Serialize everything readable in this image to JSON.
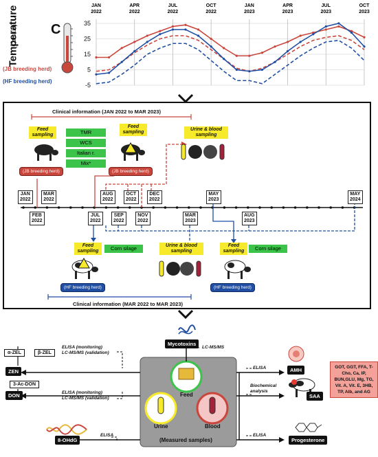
{
  "chart": {
    "title": "Temperature",
    "subtitle": "(Celsius)",
    "unit_symbol": "C",
    "legend": {
      "jb": "(JB breeding herd)",
      "hf": "(HF breeding herd)"
    },
    "month_ticks": [
      {
        "m": "JAN",
        "y": "2022"
      },
      {
        "m": "APR",
        "y": "2022"
      },
      {
        "m": "JUL",
        "y": "2022"
      },
      {
        "m": "OCT",
        "y": "2022"
      },
      {
        "m": "JAN",
        "y": "2023"
      },
      {
        "m": "APR",
        "y": "2023"
      },
      {
        "m": "JUL",
        "y": "2023"
      },
      {
        "m": "OCT",
        "y": "2023"
      }
    ],
    "y_ticks": [
      "35",
      "25",
      "15",
      "5",
      "-5"
    ]
  },
  "chart_data": {
    "type": "line",
    "x": [
      "Jan 2022",
      "Feb 2022",
      "Mar 2022",
      "Apr 2022",
      "May 2022",
      "Jun 2022",
      "Jul 2022",
      "Aug 2022",
      "Sep 2022",
      "Oct 2022",
      "Nov 2022",
      "Dec 2022",
      "Jan 2023",
      "Feb 2023",
      "Mar 2023",
      "Apr 2023",
      "May 2023",
      "Jun 2023",
      "Jul 2023",
      "Aug 2023",
      "Sep 2023",
      "Oct 2023"
    ],
    "ylim": [
      -5,
      35
    ],
    "series": [
      {
        "name": "(JB breeding herd)",
        "style": "solid",
        "color": "#c9463d",
        "values": [
          13,
          13,
          19,
          23,
          27,
          30,
          33,
          34,
          31,
          25,
          19,
          14,
          14,
          16,
          20,
          23,
          27,
          29,
          31,
          33,
          30,
          26
        ]
      },
      {
        "name": "(JB breeding herd)",
        "style": "dashed",
        "color": "#c9463d",
        "values": [
          4,
          5,
          10,
          16,
          21,
          25,
          27,
          27,
          24,
          18,
          12,
          6,
          4,
          6,
          10,
          15,
          20,
          24,
          26,
          27,
          24,
          18
        ]
      },
      {
        "name": "(HF breeding herd)",
        "style": "solid",
        "color": "#1f4ea3",
        "values": [
          2,
          3,
          10,
          17,
          23,
          28,
          31,
          31,
          27,
          20,
          12,
          5,
          4,
          5,
          10,
          17,
          23,
          28,
          33,
          35,
          29,
          20
        ]
      },
      {
        "name": "(HF breeding herd)",
        "style": "dashed",
        "color": "#1f4ea3",
        "values": [
          -4,
          -3,
          2,
          8,
          15,
          19,
          22,
          22,
          18,
          11,
          4,
          -2,
          -2,
          -4,
          2,
          8,
          14,
          19,
          23,
          24,
          19,
          11
        ]
      }
    ]
  },
  "timeline": {
    "clinical_top": "Clinical information (JAN 2022 to MAR 2023)",
    "clinical_bottom": "Clinical information (MAR 2022 to MAR 2023)",
    "feed_sampling": "Feed sampling",
    "urine_blood": "Urine & blood sampling",
    "feed_types": [
      "TMR",
      "WCS",
      "Italian r.",
      "Mix*"
    ],
    "corn_silage": "Corn silage",
    "jb_herd": "(JB breeding herd)",
    "hf_herd": "(HF breeding herd)",
    "upper_dates": [
      {
        "m": "JAN",
        "y": "2022"
      },
      {
        "m": "MAR",
        "y": "2022"
      },
      {
        "m": "AUG",
        "y": "2022"
      },
      {
        "m": "OCT",
        "y": "2022"
      },
      {
        "m": "DEC",
        "y": "2022"
      },
      {
        "m": "MAY",
        "y": "2023"
      },
      {
        "m": "MAY",
        "y": "2024"
      }
    ],
    "lower_dates": [
      {
        "m": "FEB",
        "y": "2022"
      },
      {
        "m": "JUL",
        "y": "2022"
      },
      {
        "m": "SEP",
        "y": "2022"
      },
      {
        "m": "NOV",
        "y": "2022"
      },
      {
        "m": "MAR",
        "y": "2023"
      },
      {
        "m": "AUG",
        "y": "2023"
      }
    ]
  },
  "analysis": {
    "mycotoxins": "Mycotoxins",
    "lcms": "LC-MS/MS",
    "measured": "(Measured samples)",
    "feed": "Feed",
    "urine": "Urine",
    "blood": "Blood",
    "zen": "ZEN",
    "alpha_zel": "α-ZEL",
    "beta_zel": "β-ZEL",
    "don": "DON",
    "ac_don": "3-Ac-DON",
    "ohdg": "8-OHdG",
    "zen_methods": "ELISA (monitoring)\nLC-MS/MS (validation)",
    "don_methods": "ELISA (monitoring)\nLC-MS/MS (validation)",
    "elisa": "ELISA",
    "amh": "AMH",
    "saa": "SAA",
    "progesterone": "Progesterone",
    "biochemical": "Biochemical analysis",
    "biochem_list": "GOT, GGT, FFA, T-Cho, Ca, IP, BUN,GLU, Mg, TG, Vit. A, Vit. E, 3HB, TP, Alb, and AG"
  }
}
